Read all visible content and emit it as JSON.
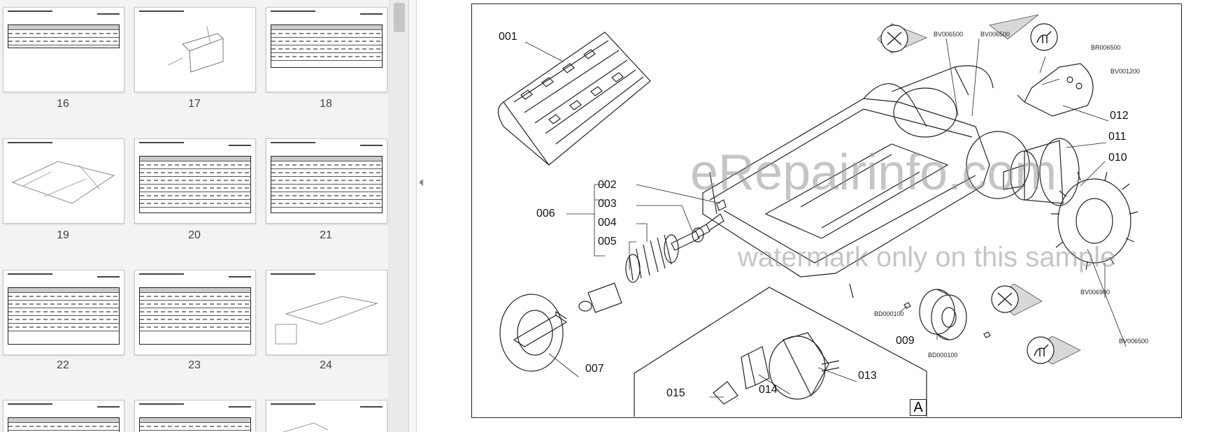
{
  "thumbnails": [
    {
      "page": "16"
    },
    {
      "page": "17"
    },
    {
      "page": "18"
    },
    {
      "page": "19"
    },
    {
      "page": "20"
    },
    {
      "page": "21"
    },
    {
      "page": "22"
    },
    {
      "page": "23"
    },
    {
      "page": "24"
    }
  ],
  "diagram": {
    "labels": {
      "p001": "001",
      "p002": "002",
      "p003": "003",
      "p004": "004",
      "p005": "005",
      "p006": "006",
      "p007": "007",
      "p009": "009",
      "p010": "010",
      "p011": "011",
      "p012": "012",
      "p013": "013",
      "p014": "014",
      "p015": "015"
    },
    "codes": {
      "bv006500_a": "BV006500",
      "bv006500_b": "BV006500",
      "br006500": "BR006500",
      "bv001200": "BV001200",
      "bv006900": "BV006900",
      "bv006500_c": "BV006500",
      "bd000100_a": "BD000100",
      "bd000100_b": "BD000100"
    },
    "inset_letter": "A"
  },
  "watermark": {
    "line1": "eRepairinfo.com",
    "line2": "watermark only on this sample"
  },
  "colors": {
    "sidebar": "#f3f3f3",
    "page_border": "#222222"
  }
}
